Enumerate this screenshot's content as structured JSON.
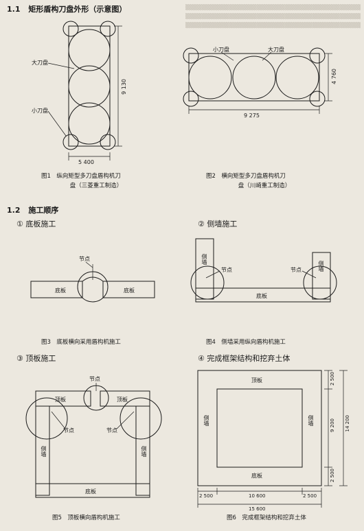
{
  "section1": {
    "number": "1.1",
    "title": "矩形盾构刀盘外形（示意图）"
  },
  "fig1": {
    "label_big": "大刀盘",
    "label_small": "小刀盘",
    "dim_height": "9 130",
    "dim_width": "5 400",
    "caption_line1": "图1　纵向矩型多刀盘盾构机刀",
    "caption_line2": "盘（三菱重工制造）"
  },
  "fig2": {
    "label_small": "小刀盘",
    "label_big": "大刀盘",
    "dim_height": "4 760",
    "dim_width": "9 275",
    "caption_line1": "图2　横向矩型多刀盘盾构机刀",
    "caption_line2": "盘（川崎重工制造）"
  },
  "section2": {
    "number": "1.2",
    "title": "施工顺序"
  },
  "steps": {
    "s1": "① 底板施工",
    "s2": "② 侧墙施工",
    "s3": "③ 顶板施工",
    "s4": "④ 完成框架结构和挖弃土体"
  },
  "fig3": {
    "node": "节点",
    "slab_left": "底板",
    "slab_right": "底板",
    "caption": "图3　底板横向采用盾构机施工"
  },
  "fig4": {
    "wall": "侧墙",
    "wall_right": "侧墙",
    "node_left": "节点",
    "node_right": "节点",
    "slab": "底板",
    "caption": "图4　侧墙采用纵向盾构机施工"
  },
  "fig5": {
    "node_top": "节点",
    "top_left": "顶板",
    "top_right": "顶板",
    "node_left": "节点",
    "node_right": "节点",
    "wall_left": "侧墙",
    "wall_right": "侧墙",
    "bottom": "底板",
    "caption": "图5　顶板横向盾构机施工"
  },
  "fig6": {
    "top": "顶板",
    "wall_left": "侧墙",
    "wall_right": "侧墙",
    "bottom": "底板",
    "dim_top": "2 500",
    "dim_mid": "9 200",
    "dim_bot": "2 500",
    "dim_total_h": "14 200",
    "dim_left": "2 500",
    "dim_inner": "10 600",
    "dim_right": "2 500",
    "dim_total_w": "15 600",
    "caption": "图6　完成框架结构和挖弃土体"
  }
}
